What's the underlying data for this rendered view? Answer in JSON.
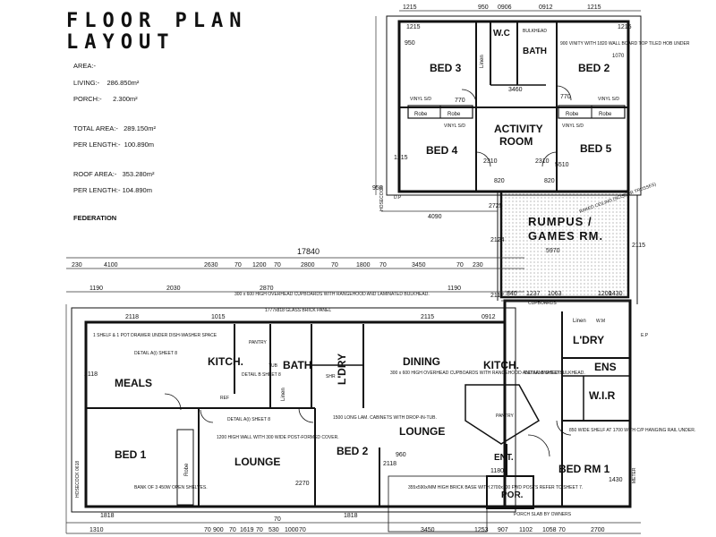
{
  "header": {
    "title_line1": "FLOOR PLAN",
    "title_line2": "LAYOUT"
  },
  "areas": {
    "area_label": "AREA:-",
    "living": "LIVING:-    286.850m²",
    "porch": "PORCH:-      2.300m²",
    "total_area": "TOTAL AREA:-   289.150m²",
    "per_length1": "PER LENGTH:-  100.890m",
    "roof_area": "ROOF AREA:-   353.280m²",
    "per_length2": "PER LENGTH:- 104.890m",
    "style": "FEDERATION"
  },
  "rooms": {
    "bed3": "BED 3",
    "bed2_upper": "BED 2",
    "bed4": "BED 4",
    "bed5": "BED 5",
    "activity": "ACTIVITY",
    "room": "ROOM",
    "wc": "W.C",
    "bath_upper": "BATH",
    "rumpus": "RUMPUS /",
    "games": "GAMES RM.",
    "meals": "MEALS",
    "kitch_left": "KITCH.",
    "bath_left": "BATH",
    "ldry_left": "L'DRY",
    "bed1": "BED 1",
    "lounge_left": "LOUNGE",
    "bed2_left": "BED 2",
    "dining": "DINING",
    "kitch_right": "KITCH.",
    "lounge_right": "LOUNGE",
    "ldry_right": "L'DRY",
    "ens": "ENS",
    "wir": "W.I.R",
    "bedrm1": "BED RM 1",
    "ent": "ENT.",
    "por": "POR.",
    "robe1": "Robe",
    "robe2": "Robe",
    "robe3": "Robe",
    "robe4": "Robe",
    "robe_bed1": "Robe",
    "linen_upper": "Linen",
    "linen_left": "Linen",
    "linen_right": "Linen",
    "pantry_left": "PANTRY",
    "pantry_right": "PANTRY",
    "bulkhead": "BULKHEAD",
    "shr": "SHR",
    "wm": "W.M",
    "tub": "TUB",
    "ref": "REF"
  },
  "notes": {
    "vanity": "900 VINITY WITH 1820 WALL BOARD TOP TILED HOB UNDER",
    "bed2_upper_dim": "1070",
    "vinyl1": "VINYL S/D",
    "vinyl2": "VINYL S/D",
    "vinyl3": "VINYL S/D",
    "vinyl4": "VINYL S/D",
    "overhead_left": "300 x 600 HIGH OVERHEAD CUPBOARDS WITH RANGEHOOD AND LAMINATED BULKHEAD.",
    "overhead_right": "300 x 600 HIGH OVERHEAD CUPBOARDS WITH RANGEHOOD AND LAMINATED BULKHEAD.",
    "glass": "1777x818 GLASS BRICK PANEL",
    "shelf": "1 SHELF & 1 POT DRAWER UNDER DISH-WASHER SPACE",
    "detail_a": "DETAIL A(i) SHEET 8",
    "detail_b": "DETAIL B SHEET 8",
    "detail_a2": "DETAIL A(i) SHEET 8",
    "detail_b2": "DETAIL B SHEET 8",
    "wall_1200": "1200 HIGH WALL WITH 300 WIDE POST-FORMED COVER.",
    "lam_cab": "1500 LONG LAM. CABINETS WITH DROP-IN-TUB.",
    "bank": "BANK OF 3 450W OPEN SHELVES.",
    "brick_base": "355x590x/MM HIGH BRICK BASE WITH 2700x100 FWD POSTS REFER TO SHEET 7.",
    "porch_slab": "PORCH SLAB BY OWNERS",
    "shelf_850": "850 WIDE SHELF AT 1700 WITH C/P HANGING RAIL UNDER.",
    "raked": "RAKED CEILING (SCISSOR TRUSSES)",
    "cupboards": "CUPBOARDS",
    "hosecock1": "HOSECOCK",
    "hosecock2": "HOSECOCK 0618",
    "meter": "METER",
    "ep": "E.P",
    "dp": "D.P"
  },
  "dimensions": {
    "top_row": [
      "230",
      "4100",
      "2630",
      "70",
      "1200",
      "70",
      "2800",
      "70",
      "1800",
      "70",
      "3450",
      "70",
      "230"
    ],
    "overall": "17840",
    "second_row": [
      "1190",
      "2030",
      "2870",
      "1190"
    ],
    "wing": [
      "4090",
      "5970"
    ],
    "wing_small": [
      "1215",
      "1215",
      "950",
      "3460",
      "770",
      "770",
      "2310",
      "2310",
      "5510",
      "820",
      "820",
      "1215",
      "950",
      "2725",
      "2124",
      "2115",
      "2112"
    ],
    "inner": [
      "2118",
      "1015",
      "2115",
      "0912",
      "2118",
      "1818",
      "1818",
      "2118",
      "2270",
      "960",
      "1180",
      "1430",
      "1200",
      "1430",
      "1063",
      "1237",
      "840"
    ],
    "bottom_row": [
      "1310",
      "70",
      "900",
      "70",
      "1619",
      "70",
      "530",
      "1000",
      "70",
      "3450",
      "1253",
      "907",
      "1102",
      "1058",
      "70",
      "2700"
    ],
    "bottom_mid": "70",
    "top_wing": [
      "1215",
      "950",
      "0906",
      "0912",
      "1215"
    ]
  }
}
